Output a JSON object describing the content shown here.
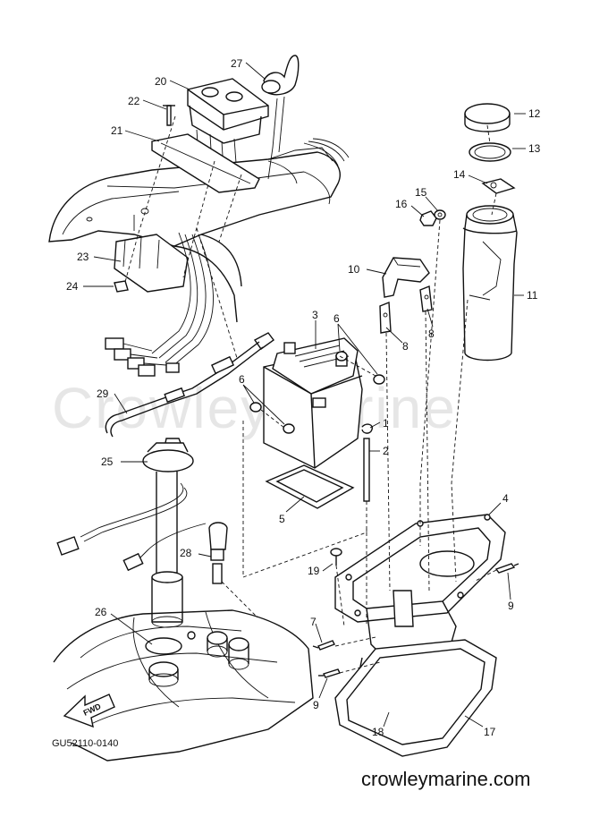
{
  "watermark": "CrowleyMarine",
  "footer": {
    "diagram_code": "GU52110-0140",
    "site": "crowleymarine.com"
  },
  "fwd_arrow": "FWD",
  "callouts": {
    "c1": "1",
    "c2": "2",
    "c3": "3",
    "c4": "4",
    "c5": "5",
    "c6a": "6",
    "c6b": "6",
    "c7": "7",
    "c8a": "8",
    "c8b": "8",
    "c9a": "9",
    "c9b": "9",
    "c10": "10",
    "c11": "11",
    "c12": "12",
    "c13": "13",
    "c14": "14",
    "c15": "15",
    "c16": "16",
    "c17": "17",
    "c18": "18",
    "c19": "19",
    "c20": "20",
    "c21": "21",
    "c22": "22",
    "c23": "23",
    "c24": "24",
    "c25": "25",
    "c26": "26",
    "c27": "27",
    "c28": "28",
    "c29": "29"
  }
}
